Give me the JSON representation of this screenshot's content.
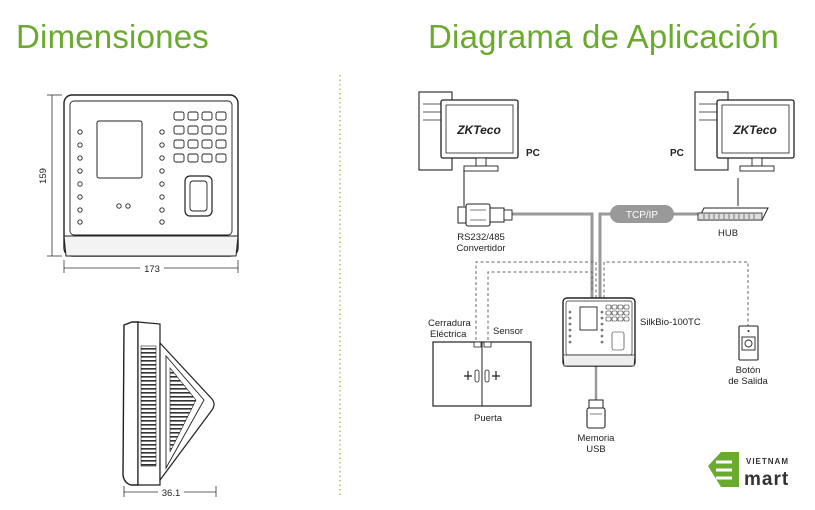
{
  "titles": {
    "dimensions": "Dimensiones",
    "application": "Diagrama de Aplicación"
  },
  "dimensions": {
    "height": "159",
    "width": "173",
    "depth": "36.1"
  },
  "devices": {
    "pc_left": "PC",
    "pc_right": "PC",
    "monitor_logo": "ZKTeco",
    "converter": [
      "RS232/485",
      "Convertidor"
    ],
    "tcpip": "TCP/IP",
    "hub": "HUB",
    "terminal": "SilkBio-100TC",
    "lock": [
      "Cerradura",
      "Eléctrica"
    ],
    "sensor": "Sensor",
    "door": "Puerta",
    "usb": [
      "Memoria",
      "USB"
    ],
    "exit_button": [
      "Botón",
      "de Salida"
    ]
  },
  "watermark": {
    "top": "VIETNAM",
    "bottom": "mart",
    "accent_color": "#6aaa2e"
  },
  "colors": {
    "title_green": "#6aaa2e",
    "line_gray": "#999999"
  }
}
